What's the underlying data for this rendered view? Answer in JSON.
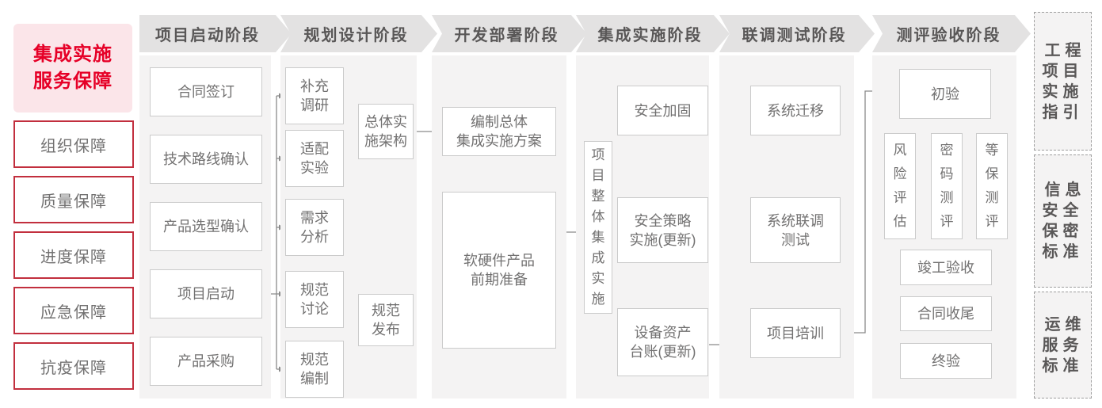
{
  "left_panel": {
    "title": "集成实施\n服务保障",
    "items": [
      {
        "id": "organization-guarantee",
        "label": "组织保障"
      },
      {
        "id": "quality-guarantee",
        "label": "质量保障"
      },
      {
        "id": "progress-guarantee",
        "label": "进度保障"
      },
      {
        "id": "emergency-guarantee",
        "label": "应急保障"
      },
      {
        "id": "epidemic-guarantee",
        "label": "抗疫保障"
      }
    ]
  },
  "phases": [
    {
      "id": "project-initiation",
      "header": "项目启动阶段",
      "nodes": [
        {
          "id": "contract-signing",
          "label": "合同签订"
        },
        {
          "id": "tech-route-confirm",
          "label": "技术路线确认"
        },
        {
          "id": "product-selection-confirm",
          "label": "产品选型确认"
        },
        {
          "id": "project-kickoff",
          "label": "项目启动"
        },
        {
          "id": "product-procurement",
          "label": "产品采购"
        }
      ]
    },
    {
      "id": "planning-design",
      "header": "规划设计阶段",
      "nodes": [
        {
          "id": "supplementary-research",
          "label": "补充\n调研"
        },
        {
          "id": "adaptation-test",
          "label": "适配\n实验"
        },
        {
          "id": "requirement-analysis",
          "label": "需求\n分析"
        },
        {
          "id": "spec-discussion",
          "label": "规范\n讨论"
        },
        {
          "id": "spec-drafting",
          "label": "规范\n编制"
        },
        {
          "id": "overall-impl-architecture",
          "label": "总体实\n施架构"
        },
        {
          "id": "spec-release",
          "label": "规范\n发布"
        }
      ]
    },
    {
      "id": "development-deployment",
      "header": "开发部署阶段",
      "nodes": [
        {
          "id": "overall-integration-plan",
          "label": "编制总体\n集成实施方案"
        },
        {
          "id": "hw-sw-preparation",
          "label": "软硬件产品\n前期准备"
        }
      ]
    },
    {
      "id": "integration-implementation",
      "header": "集成实施阶段",
      "nodes": [
        {
          "id": "overall-project-integration",
          "label": "项\n目\n整\n体\n集\n成\n实\n施"
        },
        {
          "id": "security-hardening",
          "label": "安全加固"
        },
        {
          "id": "security-policy-impl",
          "label": "安全策略\n实施(更新)"
        },
        {
          "id": "asset-ledger-update",
          "label": "设备资产\n台账(更新)"
        }
      ]
    },
    {
      "id": "joint-debugging-testing",
      "header": "联调测试阶段",
      "nodes": [
        {
          "id": "system-migration",
          "label": "系统迁移"
        },
        {
          "id": "joint-debugging-test",
          "label": "系统联调\n测试"
        },
        {
          "id": "project-training",
          "label": "项目培训"
        }
      ]
    },
    {
      "id": "evaluation-acceptance",
      "header": "测评验收阶段",
      "nodes": [
        {
          "id": "preliminary-acceptance",
          "label": "初验"
        },
        {
          "id": "risk-assessment",
          "label": "风\n险\n评\n估"
        },
        {
          "id": "crypto-evaluation",
          "label": "密\n码\n测\n评"
        },
        {
          "id": "mlps-evaluation",
          "label": "等\n保\n测\n评"
        },
        {
          "id": "completion-acceptance",
          "label": "竣工验收"
        },
        {
          "id": "contract-closure",
          "label": "合同收尾"
        },
        {
          "id": "final-acceptance",
          "label": "终验"
        }
      ]
    }
  ],
  "right_panel": {
    "items": [
      {
        "id": "engineering-project-implementation-guide",
        "label": "工程\n项目\n实施\n指引"
      },
      {
        "id": "information-security-confidentiality-standard",
        "label": "信息\n安全\n保密\n标准"
      },
      {
        "id": "operation-maintenance-service-standard",
        "label": "运维\n服务\n标准"
      }
    ]
  },
  "edges": [
    {
      "from": "project-kickoff",
      "to": "supplementary-research"
    },
    {
      "from": "project-kickoff",
      "to": "adaptation-test"
    },
    {
      "from": "project-kickoff",
      "to": "requirement-analysis"
    },
    {
      "from": "project-kickoff",
      "to": "spec-discussion"
    },
    {
      "from": "project-kickoff",
      "to": "spec-drafting"
    },
    {
      "from": "adaptation-test",
      "to": "supplementary-research"
    },
    {
      "from": "adaptation-test",
      "to": "overall-impl-architecture"
    },
    {
      "from": "spec-discussion",
      "to": "spec-release"
    },
    {
      "from": "spec-drafting",
      "to": "spec-release"
    },
    {
      "from": "spec-release",
      "to": "overall-impl-architecture"
    },
    {
      "from": "overall-impl-architecture",
      "to": "overall-integration-plan"
    },
    {
      "from": "overall-integration-plan",
      "to": "hw-sw-preparation"
    },
    {
      "from": "hw-sw-preparation",
      "to": "overall-project-integration"
    },
    {
      "from": "overall-project-integration",
      "to": "security-hardening"
    },
    {
      "from": "security-hardening",
      "to": "security-policy-impl"
    },
    {
      "from": "security-policy-impl",
      "to": "asset-ledger-update"
    },
    {
      "from": "asset-ledger-update",
      "to": "system-migration"
    },
    {
      "from": "system-migration",
      "to": "joint-debugging-test"
    },
    {
      "from": "joint-debugging-test",
      "to": "project-training"
    },
    {
      "from": "project-training",
      "to": "preliminary-acceptance"
    },
    {
      "from": "preliminary-acceptance",
      "to": "risk-assessment"
    },
    {
      "from": "preliminary-acceptance",
      "to": "crypto-evaluation"
    },
    {
      "from": "preliminary-acceptance",
      "to": "mlps-evaluation"
    },
    {
      "from": "risk-assessment",
      "to": "completion-acceptance"
    },
    {
      "from": "crypto-evaluation",
      "to": "completion-acceptance"
    },
    {
      "from": "mlps-evaluation",
      "to": "completion-acceptance"
    },
    {
      "from": "completion-acceptance",
      "to": "contract-closure"
    },
    {
      "from": "contract-closure",
      "to": "final-acceptance"
    }
  ],
  "colors": {
    "accent_red": "#e60027",
    "pink_background": "#fbe5e9",
    "red_border": "#c22f3e",
    "banner_background": "#e3e2e2",
    "banner_text": "#595757",
    "column_background": "#f4f3f3",
    "box_border": "#cbcbcb",
    "box_text": "#727171",
    "connector_line": "#8a8a8a"
  }
}
